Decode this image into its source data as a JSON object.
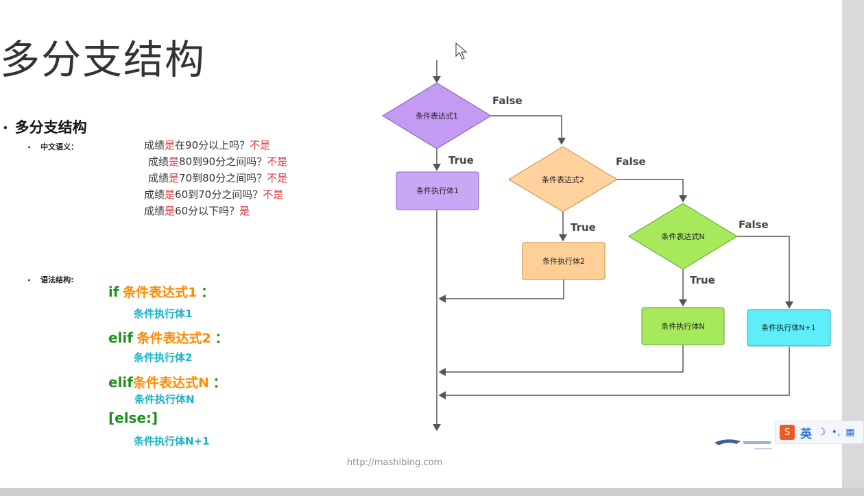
{
  "slide": {
    "title": "多分支结构",
    "heading": "多分支结构",
    "semantics_label": "中文语义：",
    "semantics": [
      {
        "q": "成绩",
        "is": "是",
        "rest": "在90分以上吗？",
        "ans": "不是"
      },
      {
        "q": "成绩",
        "is": "是",
        "rest": "80到90分之间吗？",
        "ans": "不是"
      },
      {
        "q": "成绩",
        "is": "是",
        "rest": "70到80分之间吗？",
        "ans": "不是"
      },
      {
        "q": "成绩",
        "is": "是",
        "rest": "60到70分之间吗？",
        "ans": "不是"
      },
      {
        "q": "成绩",
        "is": "是",
        "rest": "60分以下吗？",
        "ans": "是"
      }
    ],
    "syntax_label": "语法结构:",
    "syntax": {
      "if_kw": "if",
      "cond1": "条件表达式1",
      "colon1": "：",
      "body1": "条件执行体1",
      "elif1_kw": "elif",
      "cond2": "条件表达式2",
      "colon2": "：",
      "body2": "条件执行体2",
      "elif2_kw": "elif",
      "condN": "条件表达式N",
      "colonN": "：",
      "bodyN": "条件执行体N",
      "else_kw": "[else:]",
      "bodyN1": "条件执行体N+1"
    },
    "footer_url": "http://mashibing.com"
  },
  "flowchart": {
    "decisions": [
      {
        "label": "条件表达式1",
        "color": "#c39bf2"
      },
      {
        "label": "条件表达式2",
        "color": "#ffd29e"
      },
      {
        "label": "条件表达式N",
        "color": "#a6ea5c"
      }
    ],
    "blocks": [
      {
        "label": "条件执行体1",
        "color": "#c9a7f5"
      },
      {
        "label": "条件执行体2",
        "color": "#ffcf98"
      },
      {
        "label": "条件执行体N",
        "color": "#a6ea5c"
      },
      {
        "label": "条件执行体N+1",
        "color": "#5eeefa"
      }
    ],
    "true_label": "True",
    "false_label": "False"
  },
  "ime": {
    "lang": "英",
    "logo": "S"
  }
}
